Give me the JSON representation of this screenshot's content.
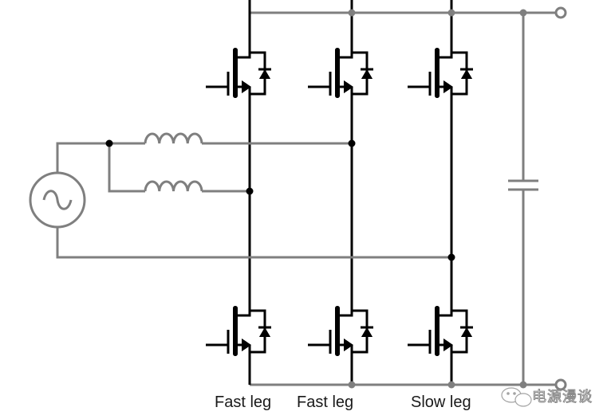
{
  "diagram": {
    "title": "Bridgeless totem-pole PFC with two interleaved fast legs and one slow leg",
    "colors": {
      "power_wire": "#000000",
      "signal_wire": "#7f7f7f",
      "background": "#ffffff"
    },
    "components": {
      "ac_source": {
        "symbol": "ac-source",
        "glyph": "~"
      },
      "inductors": [
        {
          "id": "L1",
          "connects_to": "fast-leg-2-midpoint"
        },
        {
          "id": "L2",
          "connects_to": "fast-leg-1-midpoint"
        }
      ],
      "capacitor": {
        "id": "C_out",
        "type": "dc-link"
      },
      "legs": [
        {
          "id": "leg1",
          "label": "Fast leg",
          "switches": [
            "Q1-high",
            "Q1-low"
          ]
        },
        {
          "id": "leg2",
          "label": "Fast leg",
          "switches": [
            "Q2-high",
            "Q2-low"
          ]
        },
        {
          "id": "leg3",
          "label": "Slow leg",
          "switches": [
            "Q3-high",
            "Q3-low"
          ]
        }
      ],
      "terminals": [
        "dc-positive",
        "dc-negative"
      ]
    },
    "labels": {
      "leg1": "Fast leg",
      "leg2": "Fast leg",
      "leg3": "Slow leg"
    },
    "watermark": {
      "text": "电源漫谈",
      "icon": "wechat-icon"
    }
  }
}
